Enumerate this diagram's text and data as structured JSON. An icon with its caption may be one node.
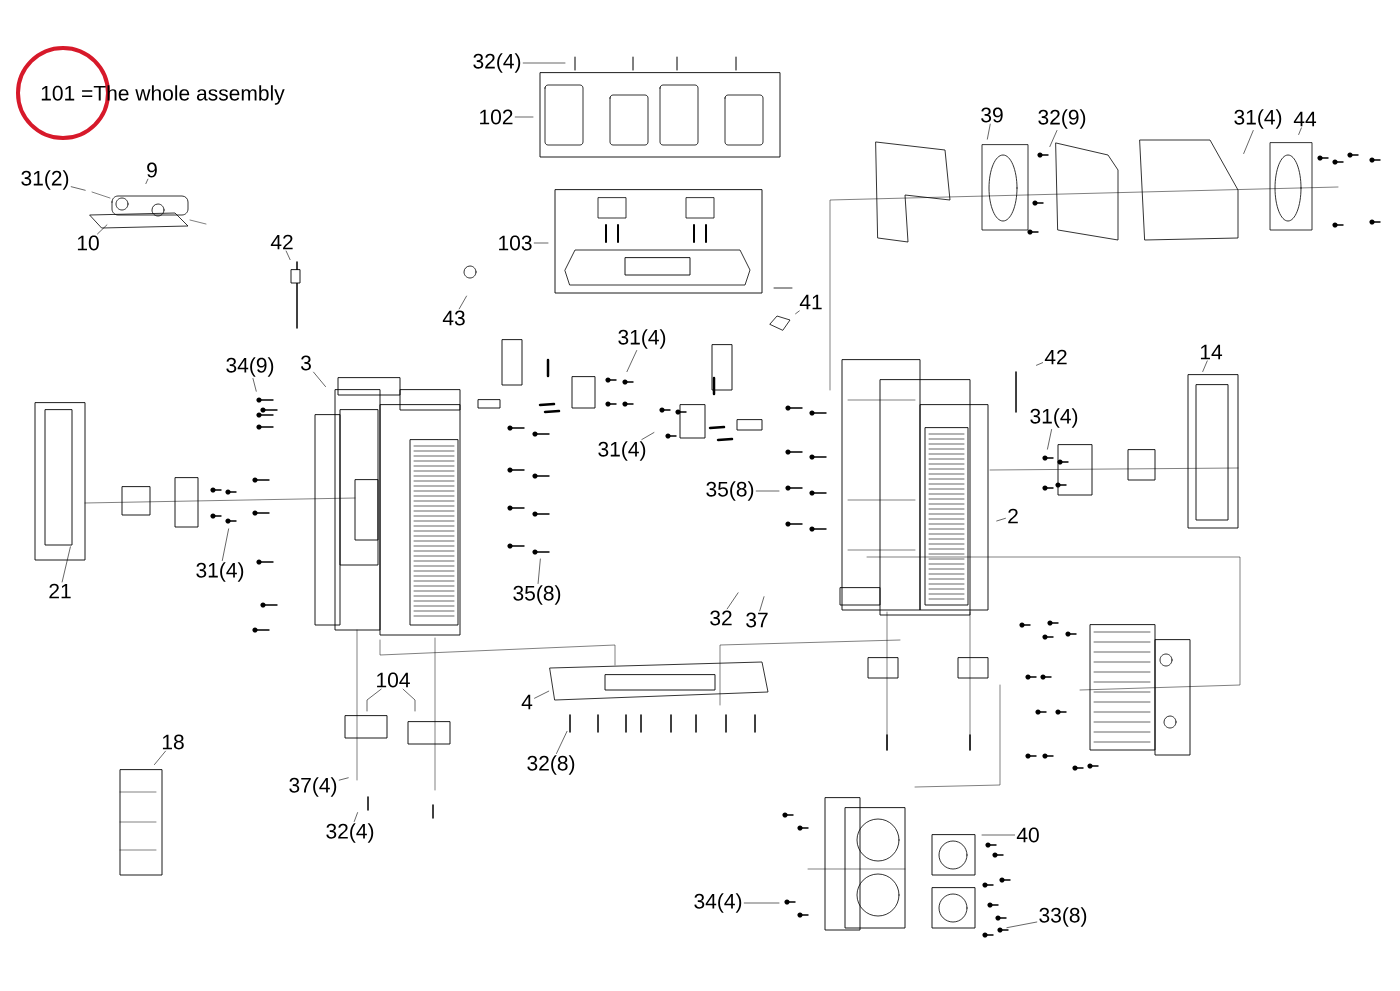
{
  "diagram": {
    "nodes": [
      {
        "text": [
          "32(4)"
        ]
      },
      {
        "text": [
          "102"
        ]
      },
      {
        "text": [
          "103"
        ]
      },
      {
        "text": [
          "31(2)"
        ]
      },
      {
        "text": [
          "9"
        ]
      },
      {
        "text": [
          "10"
        ]
      },
      {
        "text": [
          "42"
        ]
      },
      {
        "text": [
          "43"
        ]
      },
      {
        "text": [
          "41"
        ]
      },
      {
        "text": [
          "39"
        ]
      },
      {
        "text": [
          "32(9)"
        ]
      },
      {
        "text": [
          "31(4)"
        ]
      },
      {
        "text": [
          "44"
        ]
      },
      {
        "text": [
          "34(9)"
        ]
      },
      {
        "text": [
          "3"
        ]
      },
      {
        "text": [
          "31(4)"
        ]
      },
      {
        "text": [
          "31(4)"
        ]
      },
      {
        "text": [
          "42"
        ]
      },
      {
        "text": [
          "14"
        ]
      },
      {
        "text": [
          "31(4)"
        ]
      },
      {
        "text": [
          "35(8)"
        ]
      },
      {
        "text": [
          "2"
        ]
      },
      {
        "text": [
          "21"
        ]
      },
      {
        "text": [
          "31(4)"
        ]
      },
      {
        "text": [
          "35(8)"
        ]
      },
      {
        "text": [
          "32"
        ]
      },
      {
        "text": [
          "37"
        ]
      },
      {
        "text": [
          "104"
        ]
      },
      {
        "text": [
          "4"
        ]
      },
      {
        "text": [
          "32(8)"
        ]
      },
      {
        "text": [
          "18"
        ]
      },
      {
        "text": [
          "37(4)"
        ]
      },
      {
        "text": [
          "32(4)"
        ]
      },
      {
        "text": [
          "40"
        ]
      },
      {
        "text": [
          "34(4)"
        ]
      },
      {
        "text": [
          "33(8)"
        ]
      }
    ],
    "edges": [
      {
        "from": 0,
        "to": null,
        "arrow": "none"
      },
      {
        "from": 1,
        "to": null,
        "arrow": "none"
      },
      {
        "from": 2,
        "to": null,
        "arrow": "none"
      },
      {
        "from": 3,
        "to": null,
        "arrow": "none"
      },
      {
        "from": 4,
        "to": null,
        "arrow": "none"
      },
      {
        "from": 5,
        "to": null,
        "arrow": "none"
      },
      {
        "from": 6,
        "to": null,
        "arrow": "none"
      },
      {
        "from": 7,
        "to": null,
        "arrow": "none"
      },
      {
        "from": 8,
        "to": null,
        "arrow": "none"
      },
      {
        "from": 9,
        "to": null,
        "arrow": "none"
      },
      {
        "from": 10,
        "to": null,
        "arrow": "none"
      },
      {
        "from": 11,
        "to": null,
        "arrow": "none"
      },
      {
        "from": 12,
        "to": null,
        "arrow": "none"
      },
      {
        "from": 13,
        "to": null,
        "arrow": "none"
      },
      {
        "from": 14,
        "to": null,
        "arrow": "none"
      },
      {
        "from": 15,
        "to": null,
        "arrow": "none"
      },
      {
        "from": 16,
        "to": null,
        "arrow": "none"
      },
      {
        "from": 17,
        "to": null,
        "arrow": "none"
      },
      {
        "from": 18,
        "to": null,
        "arrow": "none"
      },
      {
        "from": 19,
        "to": null,
        "arrow": "none"
      },
      {
        "from": 20,
        "to": null,
        "arrow": "none"
      },
      {
        "from": 21,
        "to": null,
        "arrow": "none"
      },
      {
        "from": 22,
        "to": null,
        "arrow": "none"
      },
      {
        "from": 23,
        "to": null,
        "arrow": "none"
      },
      {
        "from": 24,
        "to": null,
        "arrow": "none"
      },
      {
        "from": 25,
        "to": null,
        "arrow": "none"
      },
      {
        "from": 26,
        "to": null,
        "arrow": "none"
      },
      {
        "from": 27,
        "to": null,
        "arrow": "none"
      },
      {
        "from": 27,
        "to": null,
        "arrow": "none"
      },
      {
        "from": 28,
        "to": null,
        "arrow": "none"
      },
      {
        "from": 29,
        "to": null,
        "arrow": "none"
      },
      {
        "from": 30,
        "to": null,
        "arrow": "none"
      },
      {
        "from": 31,
        "to": null,
        "arrow": "none"
      },
      {
        "from": 32,
        "to": null,
        "arrow": "none"
      },
      {
        "from": 33,
        "to": null,
        "arrow": "none"
      },
      {
        "from": 34,
        "to": null,
        "arrow": "none"
      },
      {
        "from": 35,
        "to": null,
        "arrow": "none"
      }
    ],
    "labels": [
      "101 =The whole assembly"
    ]
  }
}
